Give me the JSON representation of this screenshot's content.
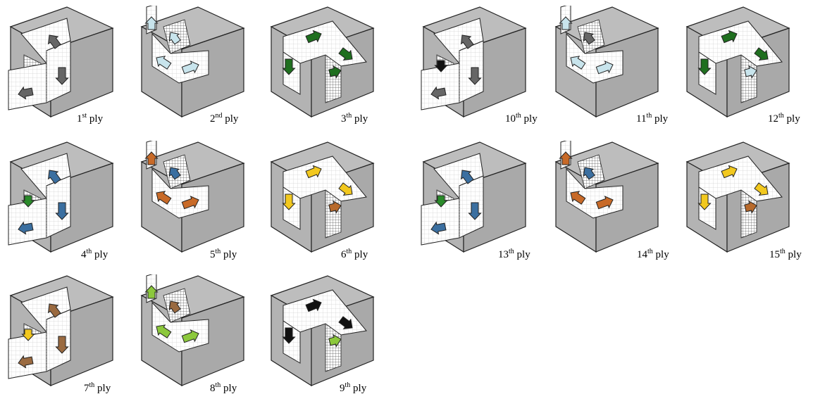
{
  "figure": {
    "plies": [
      {
        "num": "1",
        "sup": "st",
        "word": "ply",
        "arrow_color": "#666666",
        "variant": "A"
      },
      {
        "num": "2",
        "sup": "nd",
        "word": "ply",
        "arrow_color": "#c8e4ec",
        "variant": "B"
      },
      {
        "num": "3",
        "sup": "th",
        "word": "ply",
        "arrow_color": "#1f6f1f",
        "variant": "C"
      },
      {
        "num": "4",
        "sup": "th",
        "word": "ply",
        "arrow_color": "#3b6fa0",
        "variant": "A",
        "accent_color": "#2a8a2a"
      },
      {
        "num": "5",
        "sup": "th",
        "word": "ply",
        "arrow_color": "#c86a28",
        "variant": "B",
        "accent_color": "#3b6fa0"
      },
      {
        "num": "6",
        "sup": "th",
        "word": "ply",
        "arrow_color": "#f2c81e",
        "variant": "C",
        "accent_color": "#b86a2c"
      },
      {
        "num": "7",
        "sup": "th",
        "word": "ply",
        "arrow_color": "#9a6a40",
        "variant": "A",
        "accent_color": "#f2c81e"
      },
      {
        "num": "8",
        "sup": "th",
        "word": "ply",
        "arrow_color": "#8cc83c",
        "variant": "B",
        "accent_color": "#9a6a40"
      },
      {
        "num": "9",
        "sup": "th",
        "word": "ply",
        "arrow_color": "#111111",
        "variant": "C",
        "accent_color": "#8cc83c"
      },
      {
        "num": "10",
        "sup": "th",
        "word": "ply",
        "arrow_color": "#666666",
        "variant": "A",
        "accent_color": "#111111"
      },
      {
        "num": "11",
        "sup": "th",
        "word": "ply",
        "arrow_color": "#c8e4ec",
        "variant": "B",
        "accent_color": "#666666"
      },
      {
        "num": "12",
        "sup": "th",
        "word": "ply",
        "arrow_color": "#1f6f1f",
        "variant": "C",
        "accent_color": "#c8e4ec"
      },
      {
        "num": "13",
        "sup": "th",
        "word": "ply",
        "arrow_color": "#3b6fa0",
        "variant": "A",
        "accent_color": "#2a8a2a"
      },
      {
        "num": "14",
        "sup": "th",
        "word": "ply",
        "arrow_color": "#c86a28",
        "variant": "B",
        "accent_color": "#3b6fa0"
      },
      {
        "num": "15",
        "sup": "th",
        "word": "ply",
        "arrow_color": "#f2c81e",
        "variant": "C",
        "accent_color": "#b86a2c"
      }
    ],
    "colors": {
      "cube_top": "#bdbdbd",
      "cube_side": "#a9a9a9",
      "cube_front": "#b3b3b3",
      "ply_fill": "#ffffff",
      "ply_grid": "#d2d2d2",
      "outline": "#222222"
    }
  }
}
